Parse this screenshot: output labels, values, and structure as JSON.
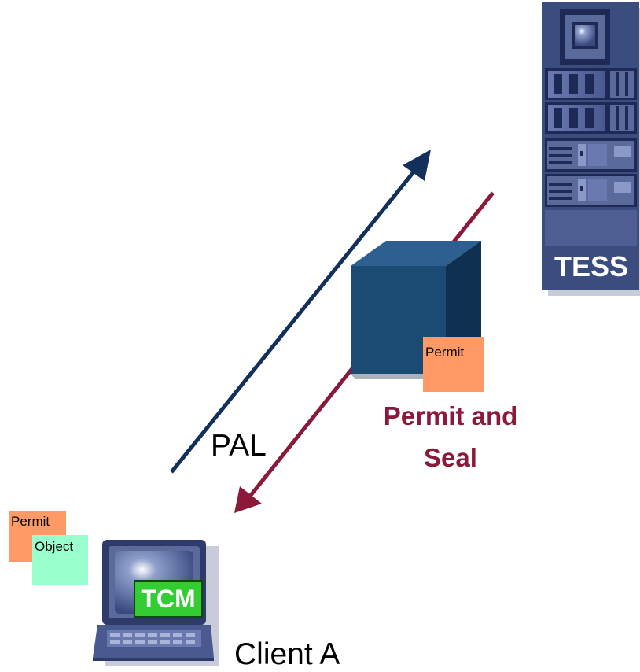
{
  "labels": {
    "pal": "PAL",
    "permit_and_seal_line1": "Permit and",
    "permit_and_seal_line2": "Seal",
    "client_a": "Client A",
    "permit_on_cube": "Permit",
    "permit_tag": "Permit",
    "object_tag": "Object",
    "tcm": "TCM",
    "tess": "TESS"
  },
  "colors": {
    "pal_arrow": "#12305a",
    "permit_arrow": "#8b1a3a",
    "cube": "#1b4a72",
    "permit_fill": "#ff9966",
    "object_fill": "#99ffcc",
    "tcm_fill": "#33cc33",
    "server_panel": "#5a6a9a",
    "laptop_body": "#4a5a90"
  },
  "icons": {
    "server": "server-tower-icon",
    "laptop": "laptop-computer-icon",
    "cube": "package-cube-icon"
  }
}
